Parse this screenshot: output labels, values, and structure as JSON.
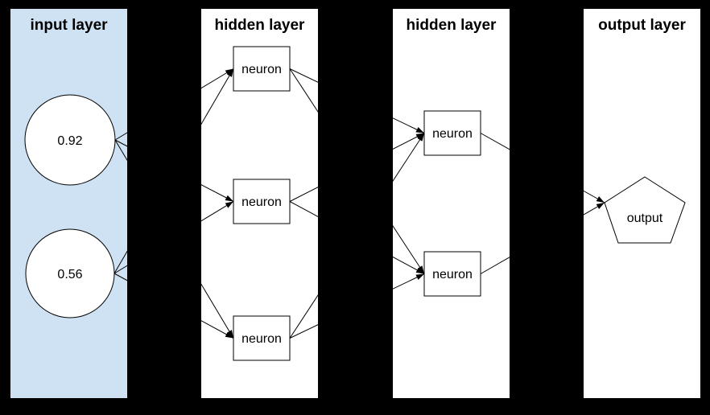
{
  "diagram_type": "neural-network",
  "colors": {
    "background": "#000000",
    "input_panel_fill": "#cfe2f3",
    "panel_fill": "#ffffff",
    "node_fill": "#ffffff",
    "stroke": "#000000"
  },
  "layers": [
    {
      "title": "input layer",
      "nodes": [
        {
          "shape": "circle",
          "label": "0.92"
        },
        {
          "shape": "circle",
          "label": "0.56"
        }
      ]
    },
    {
      "title": "hidden layer",
      "nodes": [
        {
          "shape": "rect",
          "label": "neuron"
        },
        {
          "shape": "rect",
          "label": "neuron"
        },
        {
          "shape": "rect",
          "label": "neuron"
        }
      ]
    },
    {
      "title": "hidden layer",
      "nodes": [
        {
          "shape": "rect",
          "label": "neuron"
        },
        {
          "shape": "rect",
          "label": "neuron"
        }
      ]
    },
    {
      "title": "output layer",
      "nodes": [
        {
          "shape": "pentagon",
          "label": "output"
        }
      ]
    }
  ],
  "connections": [
    "input.0.92 -> hidden1.neuron1",
    "input.0.92 -> hidden1.neuron2",
    "input.0.92 -> hidden1.neuron3",
    "input.0.56 -> hidden1.neuron1",
    "input.0.56 -> hidden1.neuron2",
    "input.0.56 -> hidden1.neuron3",
    "hidden1.neuron1 -> hidden2.neuron1",
    "hidden1.neuron1 -> hidden2.neuron2",
    "hidden1.neuron2 -> hidden2.neuron1",
    "hidden1.neuron2 -> hidden2.neuron2",
    "hidden1.neuron3 -> hidden2.neuron1",
    "hidden1.neuron3 -> hidden2.neuron2",
    "hidden2.neuron1 -> output.output",
    "hidden2.neuron2 -> output.output"
  ]
}
